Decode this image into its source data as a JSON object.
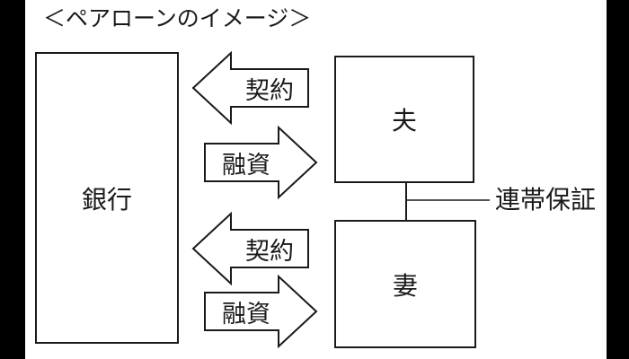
{
  "title": "＜ペアローンのイメージ＞",
  "colors": {
    "letterbox": "#000000",
    "canvas": "#ffffff",
    "stroke": "#1a1a1a",
    "text": "#1a1a1a"
  },
  "nodes": {
    "bank": {
      "label": "銀行"
    },
    "husband": {
      "label": "夫"
    },
    "wife": {
      "label": "妻"
    }
  },
  "flows": {
    "contract_top": {
      "label": "契約",
      "direction": "left",
      "from": "夫",
      "to": "銀行"
    },
    "loan_top": {
      "label": "融資",
      "direction": "right",
      "from": "銀行",
      "to": "夫"
    },
    "contract_bottom": {
      "label": "契約",
      "direction": "left",
      "from": "妻",
      "to": "銀行"
    },
    "loan_bottom": {
      "label": "融資",
      "direction": "right",
      "from": "銀行",
      "to": "妻"
    },
    "joint_guarantee": {
      "label": "連帯保証",
      "direction": "both",
      "between": [
        "夫",
        "妻"
      ]
    }
  }
}
